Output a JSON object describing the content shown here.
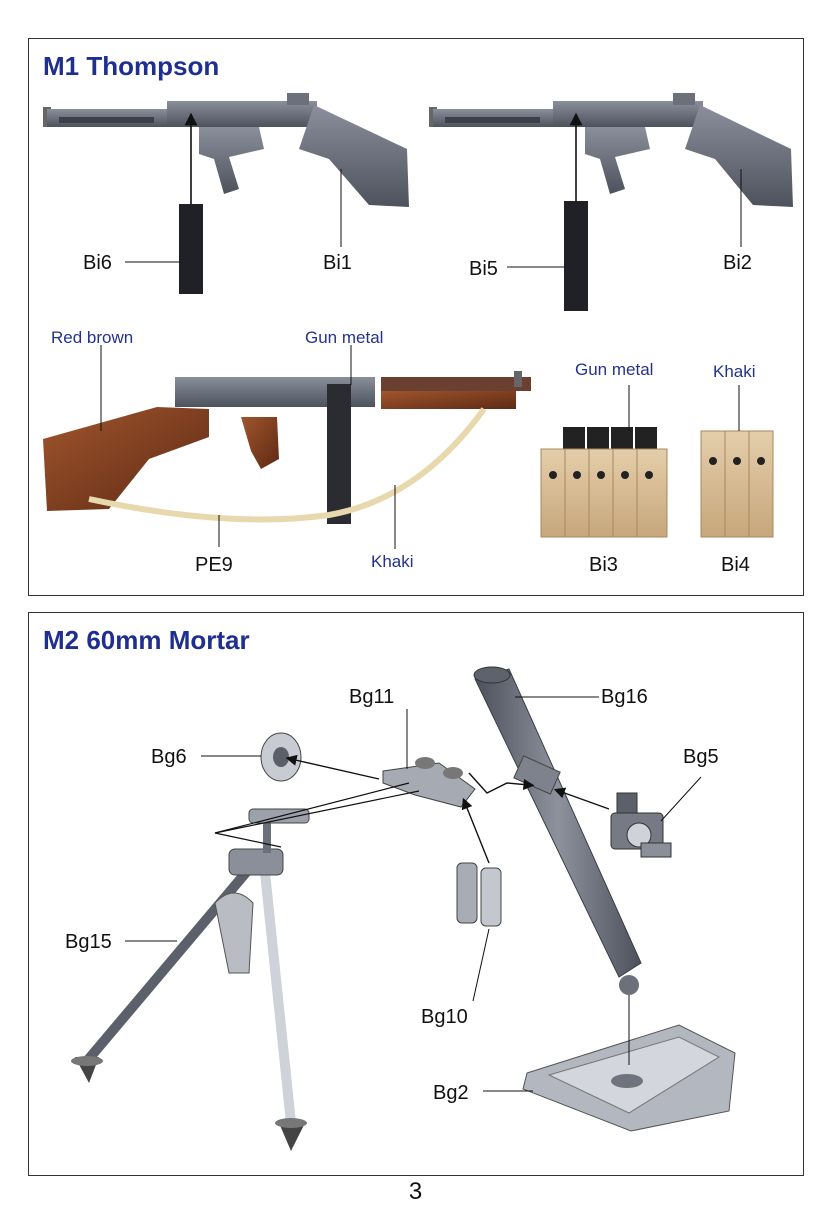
{
  "sections": {
    "thompson": {
      "title": "M1 Thompson",
      "labels": {
        "bi6": "Bi6",
        "bi1": "Bi1",
        "bi5": "Bi5",
        "bi2": "Bi2",
        "red_brown": "Red brown",
        "gun_metal_1": "Gun metal",
        "gun_metal_2": "Gun metal",
        "khaki_1": "Khaki",
        "khaki_2": "Khaki",
        "pe9": "PE9",
        "bi3": "Bi3",
        "bi4": "Bi4"
      }
    },
    "mortar": {
      "title": "M2 60mm Mortar",
      "labels": {
        "bg11": "Bg11",
        "bg16": "Bg16",
        "bg6": "Bg6",
        "bg5": "Bg5",
        "bg15": "Bg15",
        "bg10": "Bg10",
        "bg2": "Bg2"
      }
    }
  },
  "page_number": "3",
  "colors": {
    "title": "#1f2f8f",
    "paint_label": "#23338a",
    "gun_metal": "#5a5f6b",
    "wood": "#7a3b1e",
    "khaki": "#d7bf96"
  }
}
